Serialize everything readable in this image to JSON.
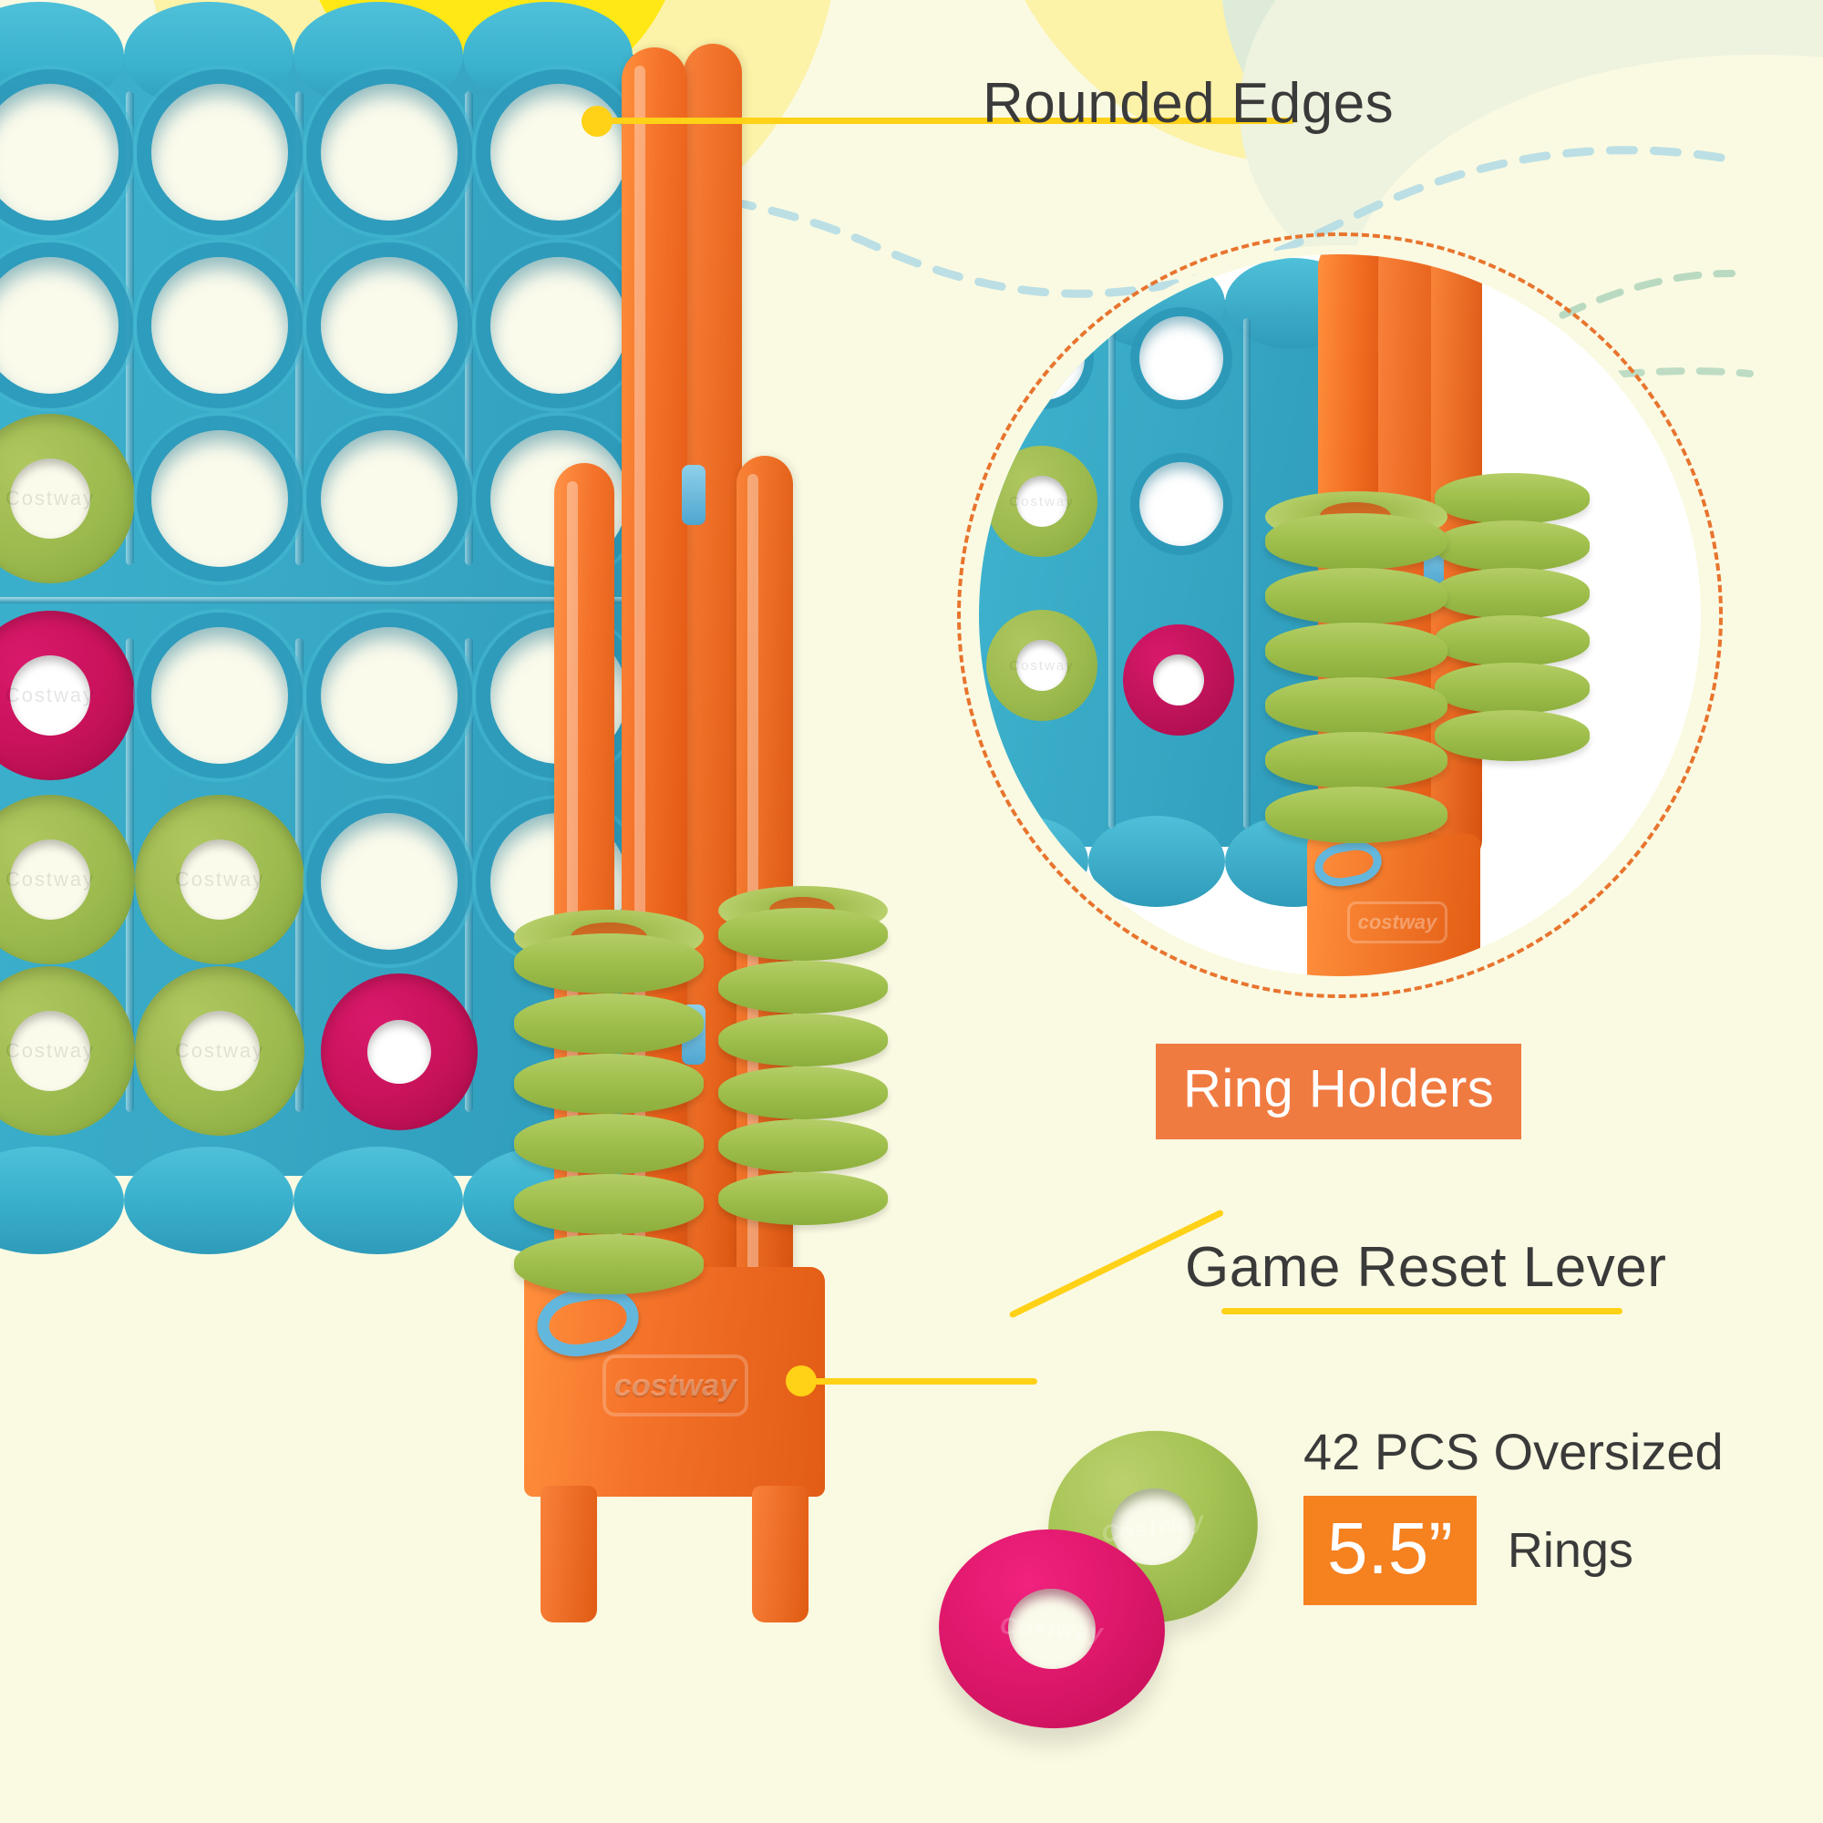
{
  "theme": {
    "background": "#FAFAE2",
    "accent_orange": "#F07B41",
    "accent_orange_strong": "#F5811F",
    "callout_line": "#FFD117",
    "text_dark": "#3A3A3A",
    "board_blue": "#3BB2CE",
    "ring_green": "#A2C14F",
    "ring_pink": "#D9196B",
    "post_orange": "#F4722A",
    "lever_blue": "#64B7DC",
    "inset_border": "#E8742E"
  },
  "callouts": [
    {
      "id": "rounded-edges",
      "label": "Rounded Edges",
      "style": "plain"
    },
    {
      "id": "ring-holders",
      "label": "Ring Holders",
      "style": "badge"
    },
    {
      "id": "game-reset-lever",
      "label": "Game Reset Lever",
      "style": "plain"
    }
  ],
  "spec": {
    "count_line": "42 PCS Oversized",
    "size_value": "5.5”",
    "size_unit": "Rings"
  },
  "branding": {
    "logo_text": "costway",
    "ring_emboss": "Costway"
  },
  "product": {
    "board_columns": 4,
    "board_rows": 6,
    "rings_on_board": [
      {
        "column": 1,
        "row": 3,
        "color": "green"
      },
      {
        "column": 1,
        "row": 4,
        "color": "pink"
      },
      {
        "column": 1,
        "row": 5,
        "color": "green"
      },
      {
        "column": 2,
        "row": 5,
        "color": "green"
      },
      {
        "column": 1,
        "row": 6,
        "color": "green"
      },
      {
        "column": 2,
        "row": 6,
        "color": "green"
      }
    ],
    "stack_front_count": 6,
    "stack_back_count": 6,
    "loose_rings": [
      {
        "color": "green",
        "emboss": "Costway"
      },
      {
        "color": "pink",
        "emboss": "Costway"
      }
    ]
  },
  "inset": {
    "shape": "circle",
    "border": "dashed",
    "subject": "ring-holders-closeup",
    "stack_left_count": 6,
    "stack_right_count": 6
  }
}
